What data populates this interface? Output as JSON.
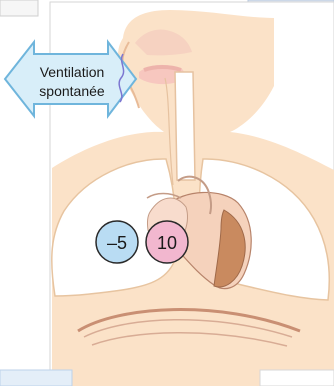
{
  "diagram": {
    "arrow_label": {
      "line1": "Ventilation",
      "line2": "spontanée"
    },
    "pressure_blue": "–5",
    "pressure_pink": "10"
  },
  "colors": {
    "skin": "#fbe2c8",
    "skin_dark": "#f2c8a3",
    "outline": "#d7ad8a",
    "arrow_fill": "#d8eef9",
    "arrow_stroke": "#6fb5dc",
    "blue_bubble": "#b9dcf3",
    "pink_bubble": "#f2b7cf",
    "heart": "#f5d2bc",
    "heart_muscle": "#c98a5f",
    "diaphragm": "#c98f73",
    "frame_blue": "#c9d9ec"
  }
}
